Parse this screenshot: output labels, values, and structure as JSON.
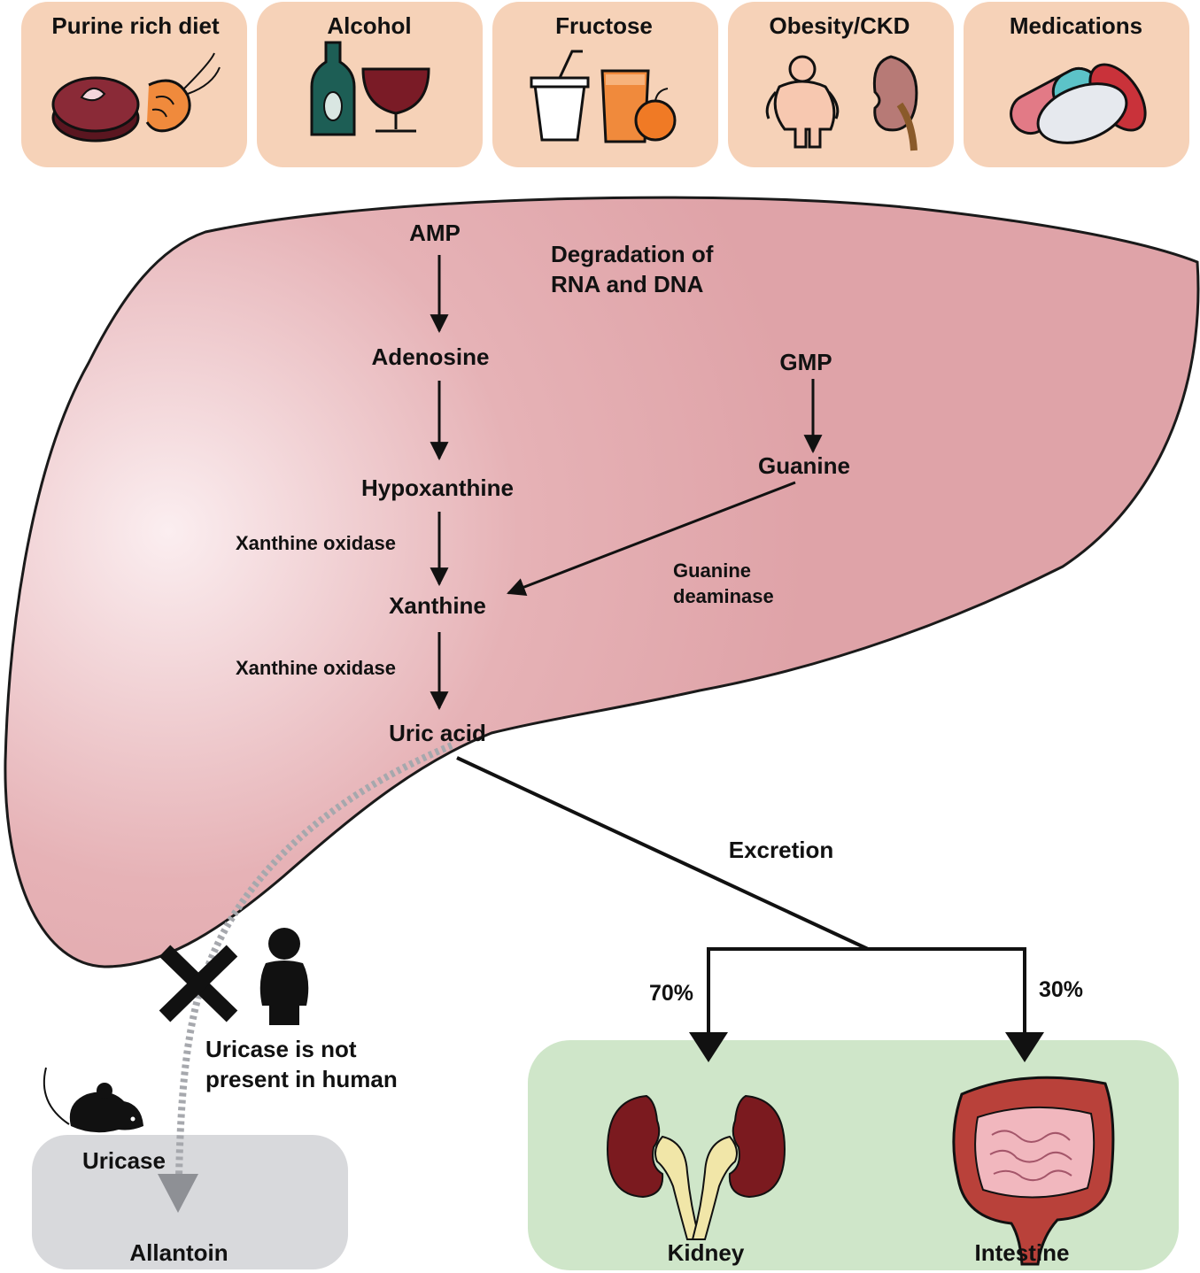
{
  "risk_factors": [
    {
      "label": "Purine  rich diet",
      "icons": [
        "steak-icon",
        "shrimp-icon"
      ]
    },
    {
      "label": "Alcohol",
      "icons": [
        "bottle-icon",
        "wine-glass-icon"
      ]
    },
    {
      "label": "Fructose",
      "icons": [
        "soda-cup-icon",
        "juice-glass-icon",
        "orange-icon"
      ]
    },
    {
      "label": "Obesity/CKD",
      "icons": [
        "obese-person-icon",
        "diseased-kidney-icon"
      ]
    },
    {
      "label": "Medications",
      "icons": [
        "capsule-icon",
        "pill-icon"
      ]
    }
  ],
  "pathway": {
    "amp": "AMP",
    "source_note_line1": "Degradation of",
    "source_note_line2": "RNA and DNA",
    "adenosine": "Adenosine",
    "hypoxanthine": "Hypoxanthine",
    "xanthine": "Xanthine",
    "uric_acid": "Uric acid",
    "gmp": "GMP",
    "guanine": "Guanine",
    "enzyme_xo_1": "Xanthine oxidase",
    "enzyme_xo_2": "Xanthine oxidase",
    "enzyme_gd_line1": "Guanine",
    "enzyme_gd_line2": "deaminase"
  },
  "excretion": {
    "label": "Excretion",
    "kidney_pct": "70%",
    "intestine_pct": "30%",
    "kidney_label": "Kidney",
    "intestine_label": "Intestine"
  },
  "uricase": {
    "note_line1": "Uricase is not",
    "note_line2": "present in human",
    "enzyme_label": "Uricase",
    "product_label": "Allantoin"
  },
  "colors": {
    "factor_box": "#f6d2b8",
    "liver_light": "#fbeef0",
    "liver_dark": "#dfa3a8",
    "liver_edge": "#1a1a1a",
    "excretion_box": "#cfe6c9",
    "allantoin_box": "#d8d9dc",
    "kidney": "#7b1a1f",
    "ureter": "#f1e6a8",
    "intestine": "#b9413a"
  }
}
